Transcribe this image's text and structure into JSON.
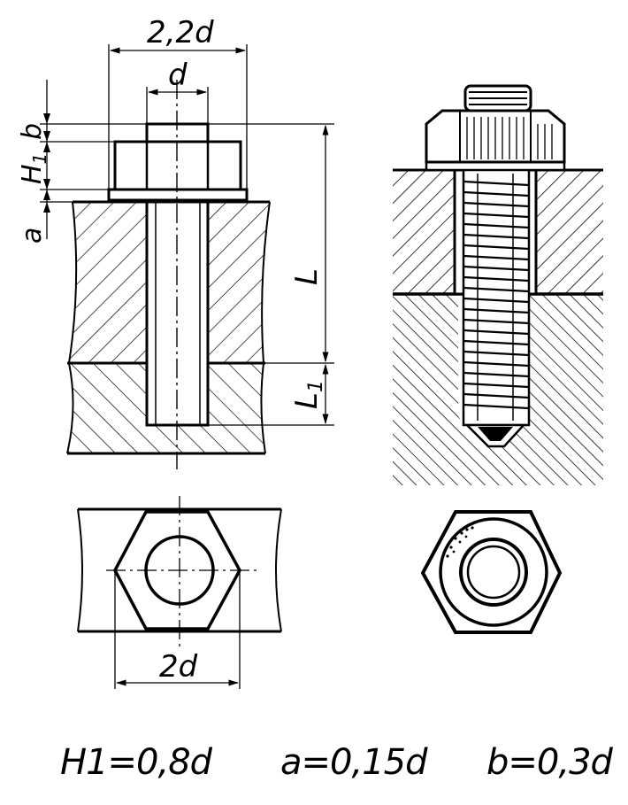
{
  "dimensions": {
    "head_width": "2,2d",
    "bolt_diameter": "d",
    "b": "b",
    "h1": "H",
    "h1_subscript": "1",
    "a": "a",
    "length": "L",
    "l1": "L",
    "l1_subscript": "1",
    "across_flats": "2d"
  },
  "formulas": {
    "h1": "H1=0,8d",
    "a": "a=0,15d",
    "b": "b=0,3d"
  }
}
